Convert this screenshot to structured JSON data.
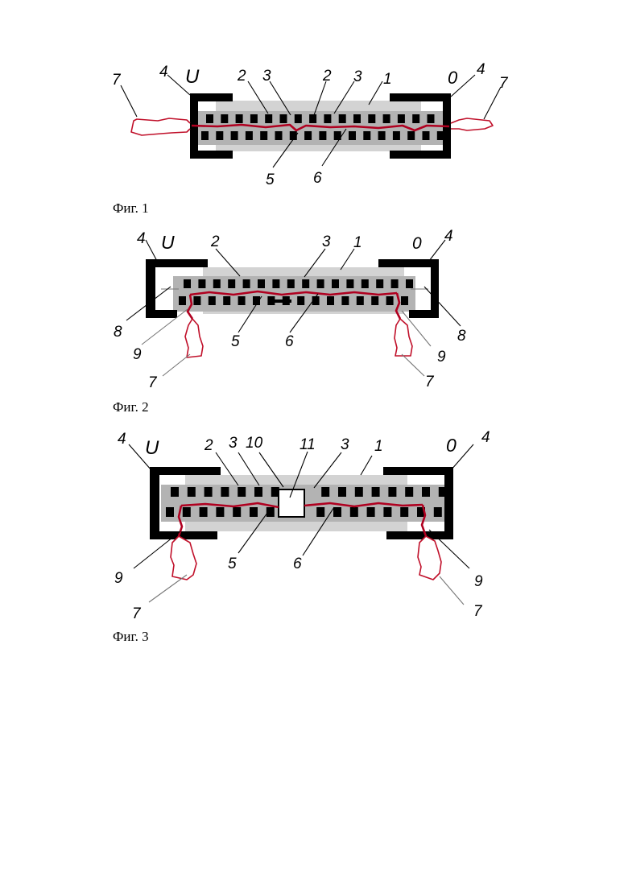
{
  "figures": [
    {
      "id": "fig1",
      "caption": "Фиг. 1",
      "labels": {
        "u": "U",
        "zero": "0",
        "n4_left": "4",
        "n4_right": "4",
        "n7_left": "7",
        "n7_right": "7",
        "n2_a": "2",
        "n3_a": "3",
        "n2_b": "2",
        "n3_b": "3",
        "n1": "1",
        "n5": "5",
        "n6": "6"
      }
    },
    {
      "id": "fig2",
      "caption": "Фиг. 2",
      "labels": {
        "u": "U",
        "zero": "0",
        "n4_left": "4",
        "n4_right": "4",
        "n2": "2",
        "n3": "3",
        "n1": "1",
        "n8_left": "8",
        "n8_right": "8",
        "n9_left": "9",
        "n9_right": "9",
        "n5": "5",
        "n6": "6",
        "n7_left": "7",
        "n7_right": "7"
      }
    },
    {
      "id": "fig3",
      "caption": "Фиг. 3",
      "labels": {
        "u": "U",
        "zero": "0",
        "n4_left": "4",
        "n4_right": "4",
        "n2": "2",
        "n3_a": "3",
        "n10": "10",
        "n11": "11",
        "n3_b": "3",
        "n1": "1",
        "n9_left": "9",
        "n9_right": "9",
        "n5": "5",
        "n6": "6",
        "n7_left": "7",
        "n7_right": "7"
      }
    }
  ],
  "colors": {
    "electrode": "#000000",
    "ceramic_light": "#d3d3d3",
    "ceramic_mid": "#b3b3b3",
    "crack": "#b00020",
    "lead_wire": "#c0102a"
  }
}
